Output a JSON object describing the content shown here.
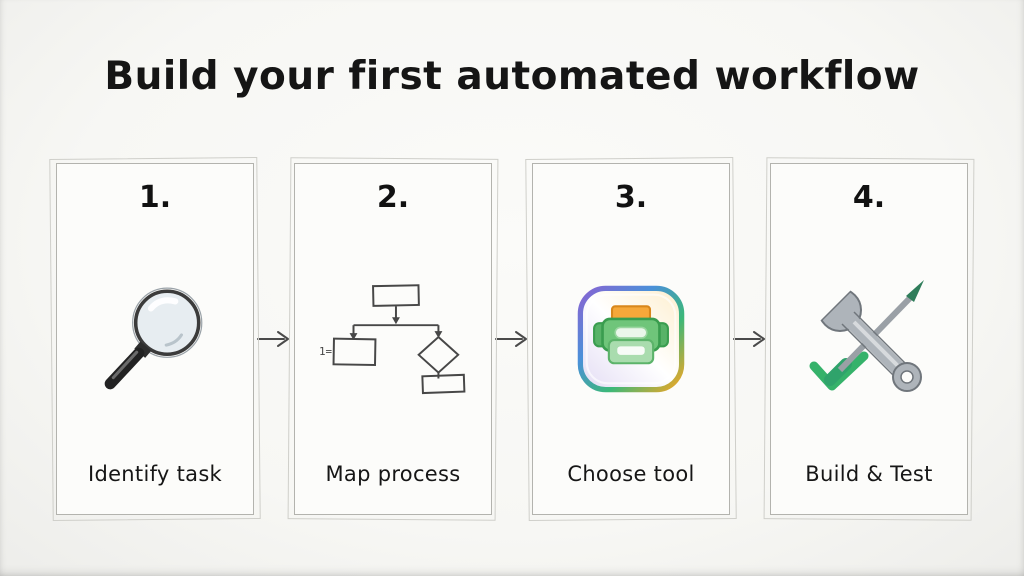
{
  "title": "Build your first automated workflow",
  "steps": [
    {
      "number": "1.",
      "label": "Identify task",
      "icon": "magnifier-icon"
    },
    {
      "number": "2.",
      "label": "Map process",
      "icon": "flowchart-icon"
    },
    {
      "number": "3.",
      "label": "Choose tool",
      "icon": "app-tool-icon"
    },
    {
      "number": "4.",
      "label": "Build & Test",
      "icon": "wrench-screwdriver-icon"
    }
  ],
  "flowchart_note": "1=",
  "colors": {
    "ink": "#1c1c1c",
    "sketch_gray": "#b3b3ae",
    "accent_green": "#3cb878",
    "accent_orange": "#f5a623",
    "accent_blue": "#4a90d9",
    "accent_purple": "#8a63d2",
    "metal_gray": "#aeb4ba"
  }
}
